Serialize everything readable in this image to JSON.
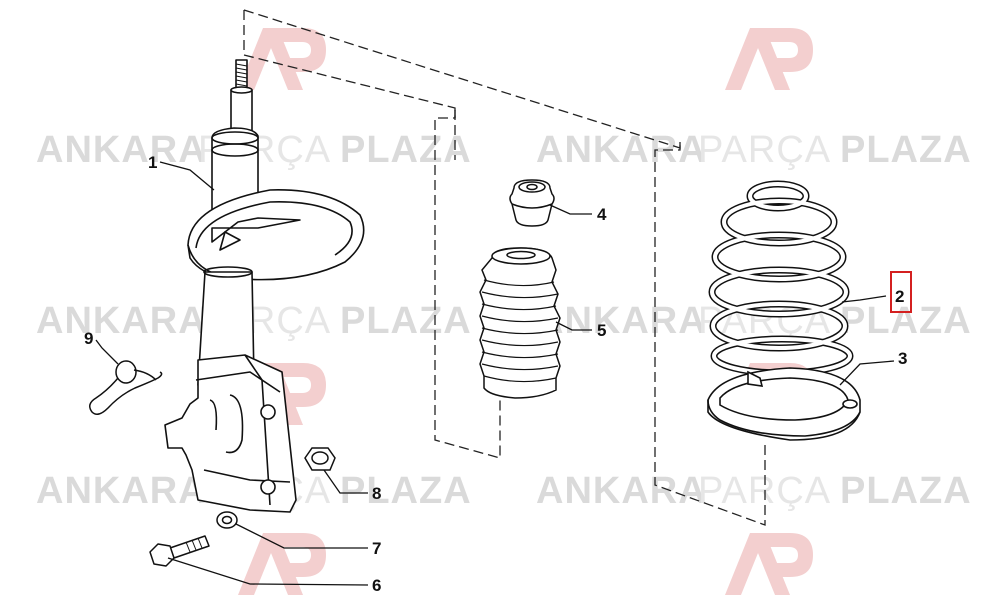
{
  "diagram": {
    "watermark": {
      "logo_text": "AP",
      "word1": "ANKARA",
      "word2": "PARÇA",
      "word3": "PLAZA",
      "logo_color": "#f2c4c4",
      "text_color": "#d8d8d8"
    },
    "callouts": [
      {
        "id": "strut",
        "number": "1",
        "part": "shock-absorber-strut"
      },
      {
        "id": "spring",
        "number": "2",
        "part": "coil-spring",
        "highlighted": true
      },
      {
        "id": "seat",
        "number": "3",
        "part": "spring-seat"
      },
      {
        "id": "bump",
        "number": "4",
        "part": "bump-stop"
      },
      {
        "id": "boot",
        "number": "5",
        "part": "dust-boot"
      },
      {
        "id": "bolt",
        "number": "6",
        "part": "bolt"
      },
      {
        "id": "washer",
        "number": "7",
        "part": "washer"
      },
      {
        "id": "nut",
        "number": "8",
        "part": "nut"
      },
      {
        "id": "clip",
        "number": "9",
        "part": "retaining-clip"
      }
    ],
    "highlight_color": "#d42020",
    "line_color": "#111111"
  }
}
